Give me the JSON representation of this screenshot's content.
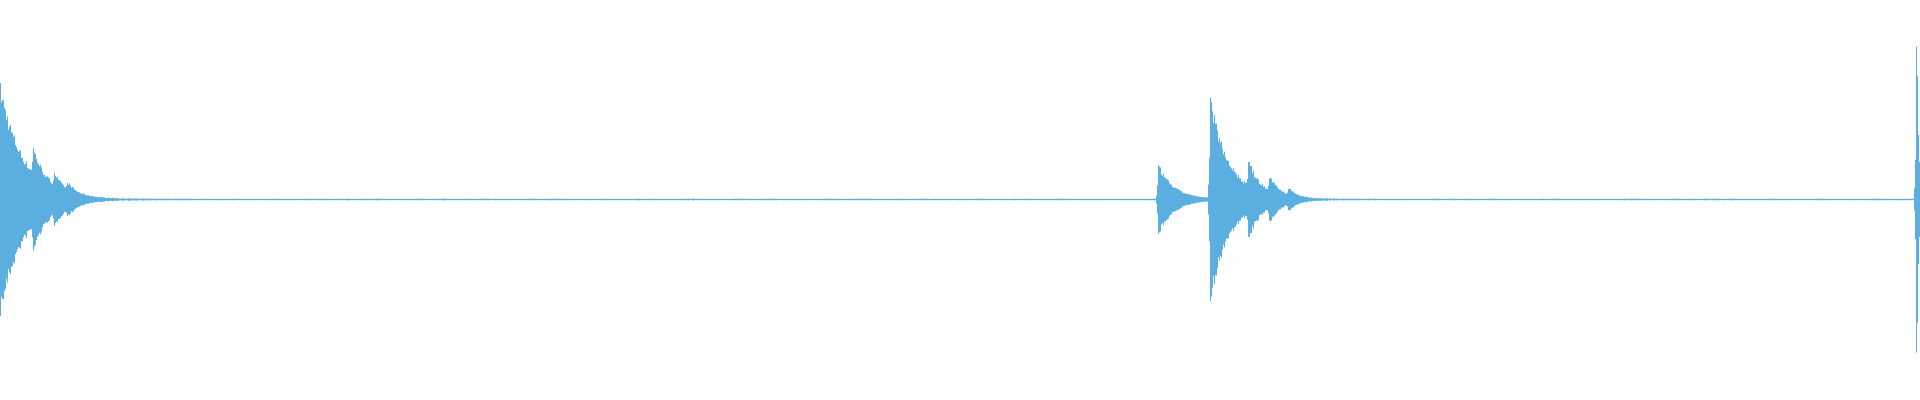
{
  "waveform": {
    "color": "#5aaee0",
    "background": "#ffffff",
    "amplitude_ceiling": 1.0,
    "noise_floor": 0.004,
    "hits": [
      {
        "position": 0.0,
        "peak": 0.62,
        "decay": 0.012
      },
      {
        "position": 0.017,
        "peak": 0.14,
        "decay": 0.006
      },
      {
        "position": 0.028,
        "peak": 0.07,
        "decay": 0.005
      },
      {
        "position": 0.035,
        "peak": 0.04,
        "decay": 0.004
      },
      {
        "position": 0.603,
        "peak": 0.19,
        "decay": 0.008
      },
      {
        "position": 0.63,
        "peak": 0.56,
        "decay": 0.01
      },
      {
        "position": 0.65,
        "peak": 0.14,
        "decay": 0.006
      },
      {
        "position": 0.661,
        "peak": 0.09,
        "decay": 0.005
      },
      {
        "position": 0.671,
        "peak": 0.04,
        "decay": 0.004
      },
      {
        "position": 0.998,
        "peak": 1.0,
        "decay": 0.001
      }
    ]
  }
}
